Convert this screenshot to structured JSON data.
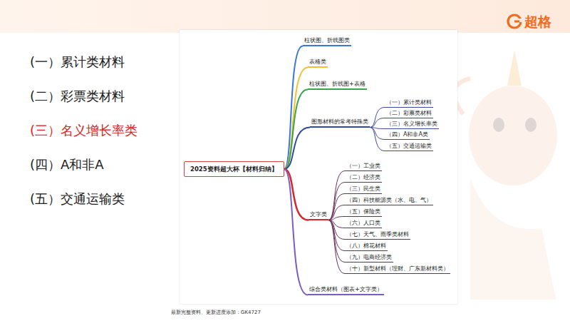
{
  "diagram": {
    "nodes": [
      {
        "text": [
          "2025资料超大杯【材料归纳】"
        ]
      },
      {
        "text": [
          "柱状图、折线图类"
        ]
      },
      {
        "text": [
          "表格类"
        ]
      },
      {
        "text": [
          "柱状图、折线图+表格"
        ]
      },
      {
        "text": [
          "图形材料的常考特殊类"
        ]
      },
      {
        "text": [
          "（一）累计类材料"
        ]
      },
      {
        "text": [
          "（二）彩票类材料"
        ]
      },
      {
        "text": [
          "（三）名义增长率类"
        ]
      },
      {
        "text": [
          "（四）A和非A类"
        ]
      },
      {
        "text": [
          "（五）交通运输类"
        ]
      },
      {
        "text": [
          "文字类"
        ]
      },
      {
        "text": [
          "（一）工业类"
        ]
      },
      {
        "text": [
          "（二）经济类"
        ]
      },
      {
        "text": [
          "（三）民生类"
        ]
      },
      {
        "text": [
          "（四）科技能源类（水、电、气）"
        ]
      },
      {
        "text": [
          "（五）保险类"
        ]
      },
      {
        "text": [
          "（六）人口类"
        ]
      },
      {
        "text": [
          "（七）天气、雨季类材料"
        ]
      },
      {
        "text": [
          "（八）棉花材料"
        ]
      },
      {
        "text": [
          "（九）电商经济类"
        ]
      },
      {
        "text": [
          "（十）新型材料（理财、广东新材料类）"
        ]
      },
      {
        "text": [
          "综合类材料（图表+文字类）"
        ]
      }
    ],
    "edges": [
      {
        "from": 0,
        "to": 1,
        "arrow": "none"
      },
      {
        "from": 0,
        "to": 2,
        "arrow": "none"
      },
      {
        "from": 0,
        "to": 3,
        "arrow": "none"
      },
      {
        "from": 0,
        "to": 4,
        "arrow": "none"
      },
      {
        "from": 4,
        "to": 5,
        "arrow": "none"
      },
      {
        "from": 4,
        "to": 6,
        "arrow": "none"
      },
      {
        "from": 4,
        "to": 7,
        "arrow": "none"
      },
      {
        "from": 4,
        "to": 8,
        "arrow": "none"
      },
      {
        "from": 4,
        "to": 9,
        "arrow": "none"
      },
      {
        "from": 0,
        "to": 10,
        "arrow": "none"
      },
      {
        "from": 10,
        "to": 11,
        "arrow": "none"
      },
      {
        "from": 10,
        "to": 12,
        "arrow": "none"
      },
      {
        "from": 10,
        "to": 13,
        "arrow": "none"
      },
      {
        "from": 10,
        "to": 14,
        "arrow": "none"
      },
      {
        "from": 10,
        "to": 15,
        "arrow": "none"
      },
      {
        "from": 10,
        "to": 16,
        "arrow": "none"
      },
      {
        "from": 10,
        "to": 17,
        "arrow": "none"
      },
      {
        "from": 10,
        "to": 18,
        "arrow": "none"
      },
      {
        "from": 10,
        "to": 19,
        "arrow": "none"
      },
      {
        "from": 10,
        "to": 20,
        "arrow": "none"
      },
      {
        "from": 0,
        "to": 21,
        "arrow": "none"
      }
    ],
    "labels": [
      "(一）累计类材料",
      "(二）彩票类材料",
      "(三）名义增长率类",
      "(四）A和非A",
      "(五）交通运输类",
      "超格",
      "最新完整资料、更新进度添加：GK4727"
    ]
  }
}
